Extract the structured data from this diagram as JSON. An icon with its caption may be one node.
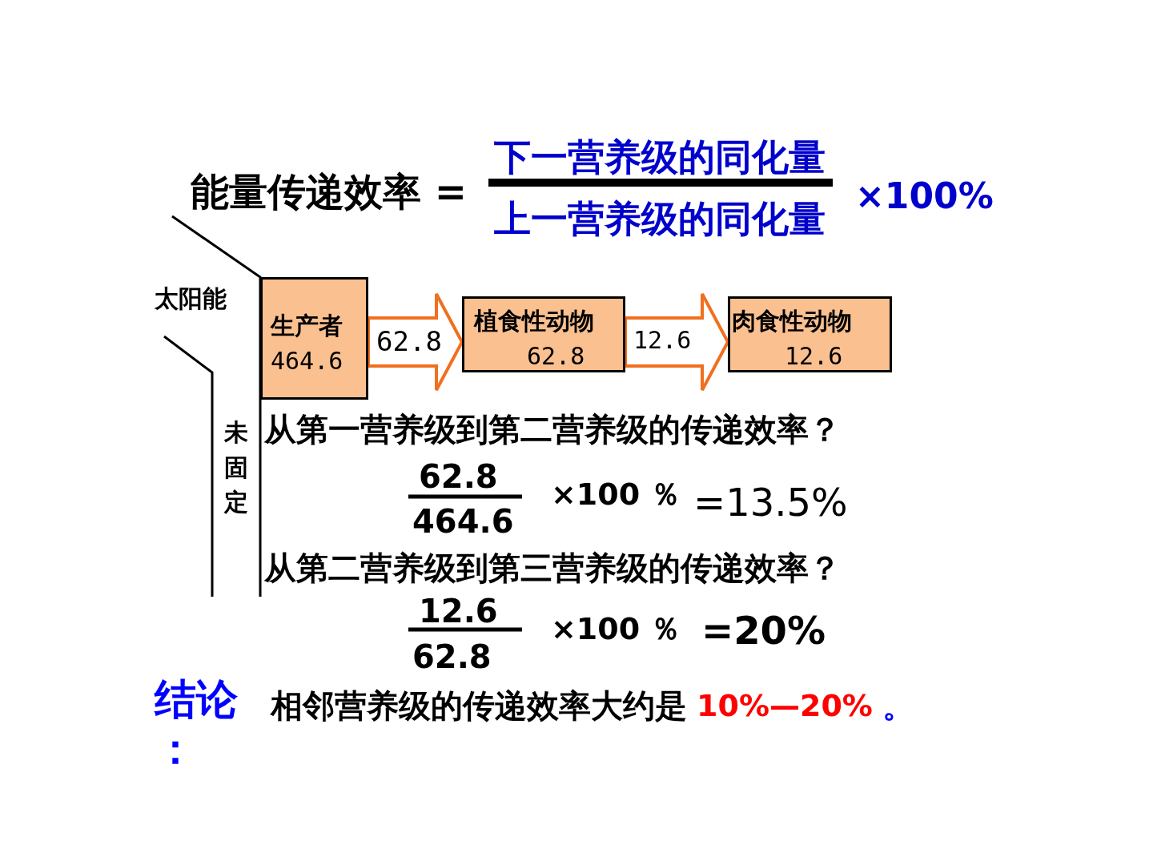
{
  "diagram": {
    "nodes": [
      {
        "text": [
          "生产者",
          "464.6"
        ]
      },
      {
        "text": [
          "植食性动物",
          "62.8"
        ]
      },
      {
        "text": [
          "肉食性动物",
          "12.6"
        ]
      }
    ],
    "edges": [
      {
        "from": 0,
        "to": 1,
        "arrow": "to",
        "label": "62.8"
      },
      {
        "from": 1,
        "to": 2,
        "arrow": "to",
        "label": "12.6"
      }
    ],
    "labels": [
      "能量传递效率 =",
      "下一营养级的同化量",
      "上一营养级的同化量",
      "×100%",
      "太阳能",
      "未固定",
      "从第一营养级到第二营养级的传递效率？",
      "62.8",
      "464.6",
      "×100 ％",
      "=13.5%",
      "从第二营养级到第三营养级的传递效率？",
      "12.6",
      "62.8",
      "×100 ％",
      "=20%",
      "结论：",
      "相邻营养级的传递效率大约是",
      "10%—20%",
      "。"
    ]
  }
}
